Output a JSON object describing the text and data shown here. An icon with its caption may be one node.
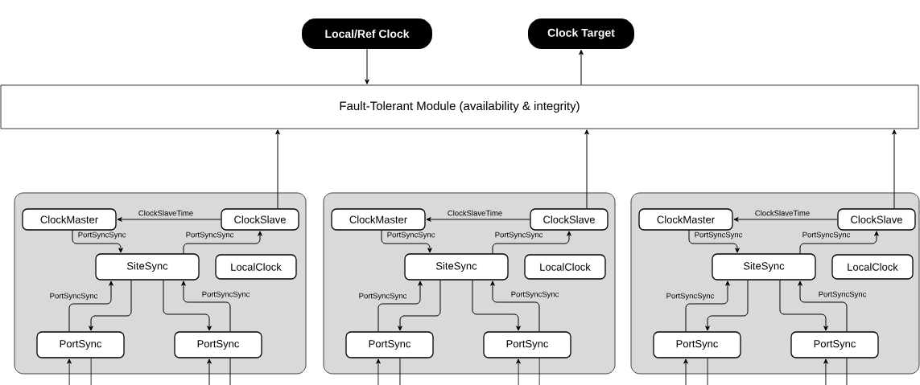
{
  "diagram": {
    "nodes": [
      {
        "text": [
          "Local/Ref Clock"
        ]
      },
      {
        "text": [
          "Clock Target"
        ]
      },
      {
        "text": [
          "Fault-Tolerant Module (availability & integrity)"
        ]
      },
      {
        "text": [],
        "shape": "box"
      },
      {
        "text": [
          "ClockMaster"
        ],
        "in": 3
      },
      {
        "text": [
          "ClockSlave"
        ],
        "in": 3
      },
      {
        "text": [
          "SiteSync"
        ],
        "in": 3
      },
      {
        "text": [
          "LocalClock"
        ],
        "in": 3
      },
      {
        "text": [
          "PortSync"
        ],
        "in": 3
      },
      {
        "text": [
          "PortSync"
        ],
        "in": 3
      },
      {
        "text": [],
        "shape": "box"
      },
      {
        "text": [
          "ClockMaster"
        ],
        "in": 10
      },
      {
        "text": [
          "ClockSlave"
        ],
        "in": 10
      },
      {
        "text": [
          "SiteSync"
        ],
        "in": 10
      },
      {
        "text": [
          "LocalClock"
        ],
        "in": 10
      },
      {
        "text": [
          "PortSync"
        ],
        "in": 10
      },
      {
        "text": [
          "PortSync"
        ],
        "in": 10
      },
      {
        "text": [],
        "shape": "box"
      },
      {
        "text": [
          "ClockMaster"
        ],
        "in": 17
      },
      {
        "text": [
          "ClockSlave"
        ],
        "in": 17
      },
      {
        "text": [
          "SiteSync"
        ],
        "in": 17
      },
      {
        "text": [
          "LocalClock"
        ],
        "in": 17
      },
      {
        "text": [
          "PortSync"
        ],
        "in": 17
      },
      {
        "text": [
          "PortSync"
        ],
        "in": 17
      }
    ],
    "edges": [
      {
        "from": 0,
        "to": 2,
        "arrow": "to"
      },
      {
        "from": 2,
        "to": 1,
        "arrow": "to"
      },
      {
        "from": 5,
        "to": 2,
        "arrow": "to"
      },
      {
        "from": 5,
        "to": 4,
        "arrow": "to",
        "label": "ClockSlaveTime"
      },
      {
        "from": 4,
        "to": 6,
        "arrow": "to",
        "label": "PortSyncSync"
      },
      {
        "from": 6,
        "to": 5,
        "arrow": "to",
        "label": "PortSyncSync"
      },
      {
        "from": 8,
        "to": 6,
        "arrow": "to",
        "label": "PortSyncSync"
      },
      {
        "from": 6,
        "to": 8,
        "arrow": "to"
      },
      {
        "from": 6,
        "to": 9,
        "arrow": "to"
      },
      {
        "from": 9,
        "to": 6,
        "arrow": "to",
        "label": "PortSyncSync"
      },
      {
        "from": null,
        "to": 8,
        "arrow": "to"
      },
      {
        "from": 8,
        "to": null,
        "arrow": "none"
      },
      {
        "from": null,
        "to": 9,
        "arrow": "to"
      },
      {
        "from": 9,
        "to": null,
        "arrow": "none"
      },
      {
        "from": 12,
        "to": 2,
        "arrow": "to"
      },
      {
        "from": 12,
        "to": 11,
        "arrow": "to",
        "label": "ClockSlaveTime"
      },
      {
        "from": 11,
        "to": 13,
        "arrow": "to",
        "label": "PortSyncSync"
      },
      {
        "from": 13,
        "to": 12,
        "arrow": "to",
        "label": "PortSyncSync"
      },
      {
        "from": 15,
        "to": 13,
        "arrow": "to",
        "label": "PortSyncSync"
      },
      {
        "from": 13,
        "to": 15,
        "arrow": "to"
      },
      {
        "from": 13,
        "to": 16,
        "arrow": "to"
      },
      {
        "from": 16,
        "to": 13,
        "arrow": "to",
        "label": "PortSyncSync"
      },
      {
        "from": null,
        "to": 15,
        "arrow": "to"
      },
      {
        "from": 15,
        "to": null,
        "arrow": "none"
      },
      {
        "from": null,
        "to": 16,
        "arrow": "to"
      },
      {
        "from": 16,
        "to": null,
        "arrow": "none"
      },
      {
        "from": 19,
        "to": 2,
        "arrow": "to"
      },
      {
        "from": 19,
        "to": 18,
        "arrow": "to",
        "label": "ClockSlaveTime"
      },
      {
        "from": 18,
        "to": 20,
        "arrow": "to",
        "label": "PortSyncSync"
      },
      {
        "from": 20,
        "to": 19,
        "arrow": "to",
        "label": "PortSyncSync"
      },
      {
        "from": 22,
        "to": 20,
        "arrow": "to",
        "label": "PortSyncSync"
      },
      {
        "from": 20,
        "to": 22,
        "arrow": "to"
      },
      {
        "from": 20,
        "to": 23,
        "arrow": "to"
      },
      {
        "from": 23,
        "to": 20,
        "arrow": "to",
        "label": "PortSyncSync"
      },
      {
        "from": null,
        "to": 22,
        "arrow": "to"
      },
      {
        "from": 22,
        "to": null,
        "arrow": "none"
      },
      {
        "from": null,
        "to": 23,
        "arrow": "to"
      },
      {
        "from": 23,
        "to": null,
        "arrow": "none"
      }
    ]
  }
}
